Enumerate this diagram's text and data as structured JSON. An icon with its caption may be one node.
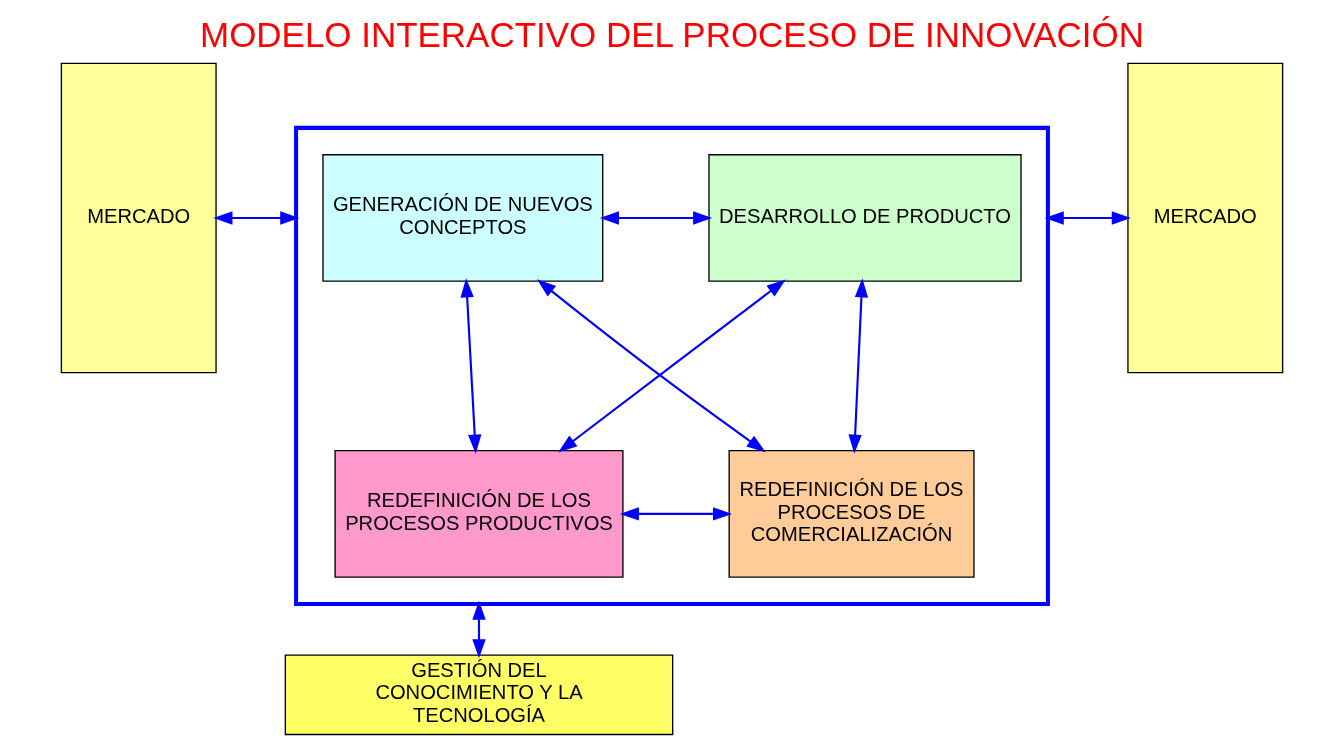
{
  "diagram": {
    "title": "MODELO INTERACTIVO DEL PROCESO DE INNOVACIÓN",
    "nodes": [
      {
        "text": [
          "MERCADO"
        ]
      },
      {
        "text": [],
        "shape": "box"
      },
      {
        "text": [
          "GENERACIÓN DE NUEVOS CONCEPTOS"
        ],
        "in": 1
      },
      {
        "text": [
          "DESARROLLO DE PRODUCTO"
        ],
        "in": 1
      },
      {
        "text": [
          "REDEFINICIÓN DE LOS PROCESOS PRODUCTIVOS"
        ],
        "in": 1
      },
      {
        "text": [
          "REDEFINICIÓN DE LOS PROCESOS DE COMERCIALIZACIÓN"
        ],
        "in": 1
      },
      {
        "text": [
          "MERCADO"
        ]
      },
      {
        "text": [
          "GESTIÓN DEL CONOCIMIENTO Y LA TECNOLOGÍA"
        ]
      }
    ],
    "edges": [
      {
        "from": 0,
        "to": 1,
        "arrow": "both"
      },
      {
        "from": 2,
        "to": 3,
        "arrow": "both"
      },
      {
        "from": 2,
        "to": 4,
        "arrow": "both"
      },
      {
        "from": 3,
        "to": 5,
        "arrow": "both"
      },
      {
        "from": 2,
        "to": 5,
        "arrow": "both"
      },
      {
        "from": 3,
        "to": 4,
        "arrow": "both"
      },
      {
        "from": 4,
        "to": 5,
        "arrow": "both"
      },
      {
        "from": 1,
        "to": 6,
        "arrow": "both"
      },
      {
        "from": 1,
        "to": 7,
        "arrow": "both"
      }
    ]
  }
}
